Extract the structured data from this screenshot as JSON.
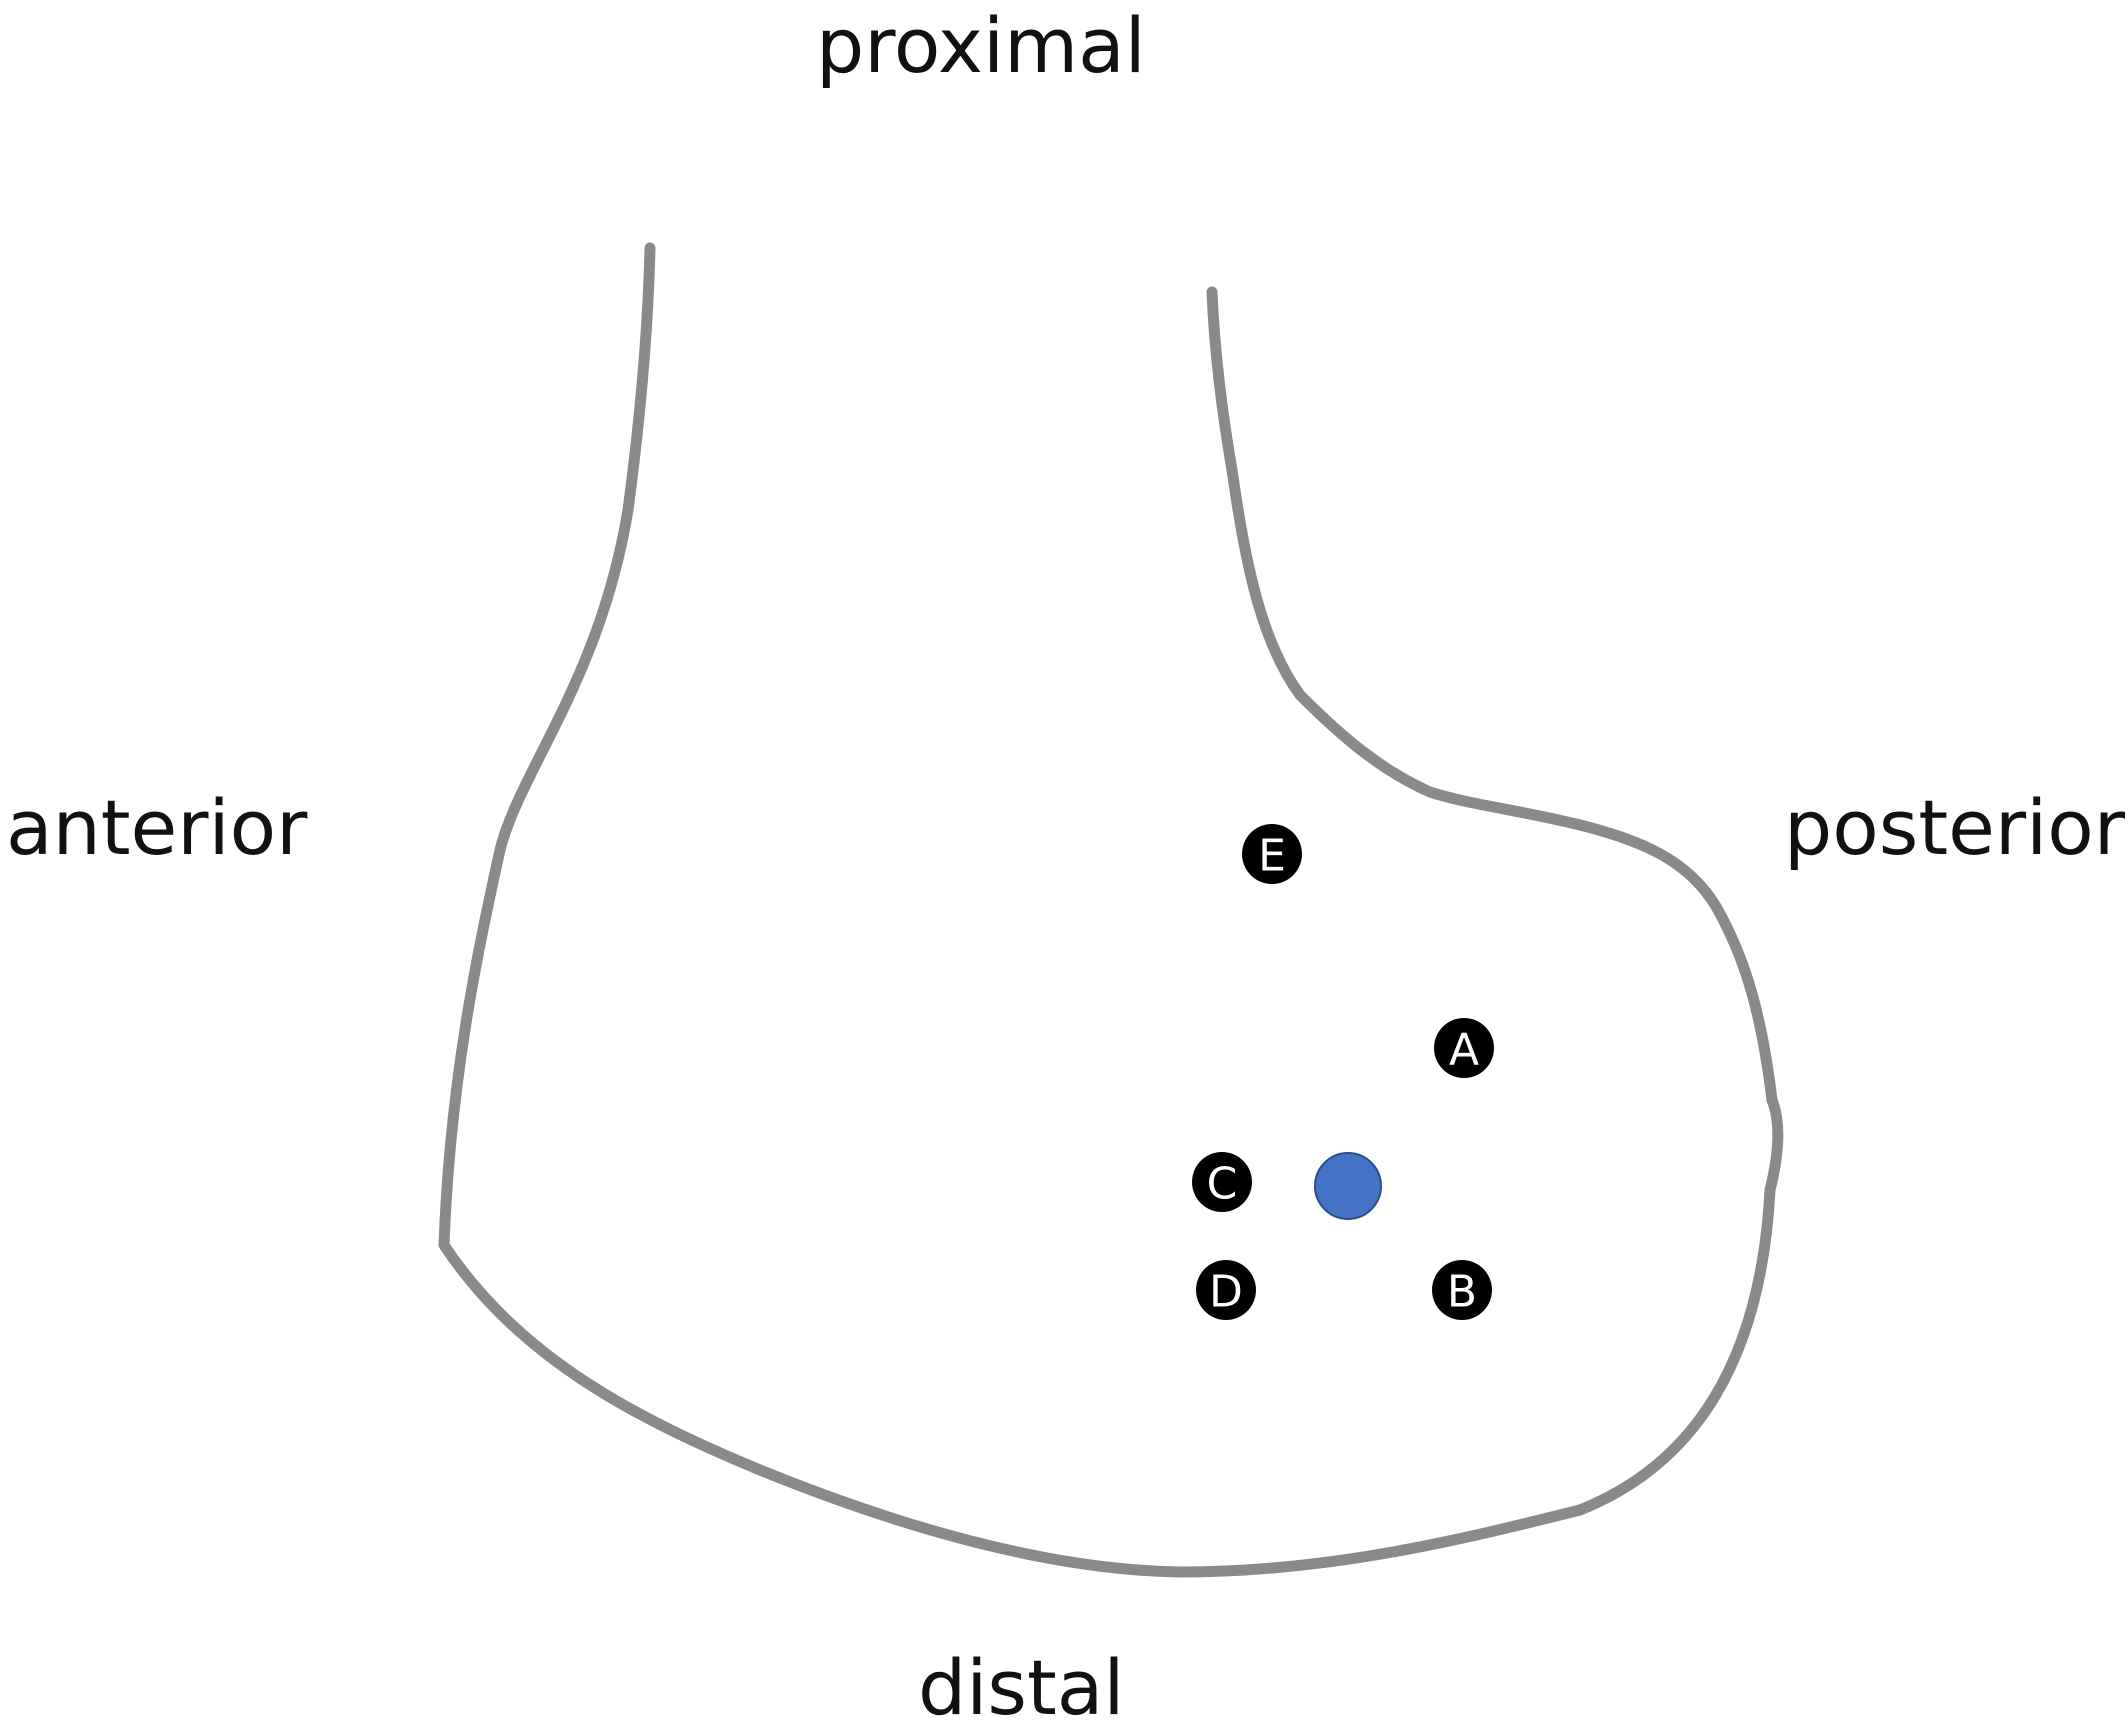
{
  "labels": {
    "proximal": "proximal",
    "anterior": "anterior",
    "posterior": "posterior",
    "distal": "distal"
  },
  "markers": [
    {
      "letter": "E",
      "color": "#000000"
    },
    {
      "letter": "A",
      "color": "#000000"
    },
    {
      "letter": "C",
      "color": "#000000"
    },
    {
      "letter": "D",
      "color": "#000000"
    },
    {
      "letter": "B",
      "color": "#000000"
    }
  ],
  "center_point": {
    "color": "#4472C4"
  },
  "colors": {
    "outline": "#8a8a8a",
    "text": "#111111",
    "background": "#ffffff"
  }
}
